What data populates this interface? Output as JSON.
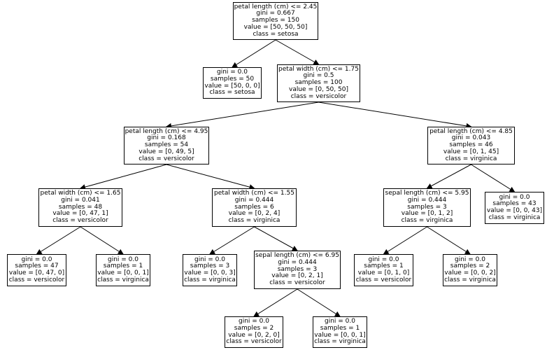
{
  "nodes": {
    "n0": [
      "petal length (cm) <= 2.45",
      "gini = 0.667",
      "samples = 150",
      "value = [50, 50, 50]",
      "class = setosa"
    ],
    "n1": [
      "gini = 0.0",
      "samples = 50",
      "value = [50, 0, 0]",
      "class = setosa"
    ],
    "n2": [
      "petal width (cm) <= 1.75",
      "gini = 0.5",
      "samples = 100",
      "value = [0, 50, 50]",
      "class = versicolor"
    ],
    "n3": [
      "petal length (cm) <= 4.95",
      "gini = 0.168",
      "samples = 54",
      "value = [0, 49, 5]",
      "class = versicolor"
    ],
    "n4": [
      "petal length (cm) <= 4.85",
      "gini = 0.043",
      "samples = 46",
      "value = [0, 1, 45]",
      "class = virginica"
    ],
    "n5": [
      "petal width (cm) <= 1.65",
      "gini = 0.041",
      "samples = 48",
      "value = [0, 47, 1]",
      "class = versicolor"
    ],
    "n6": [
      "petal width (cm) <= 1.55",
      "gini = 0.444",
      "samples = 6",
      "value = [0, 2, 4]",
      "class = virginica"
    ],
    "n7": [
      "sepal length (cm) <= 5.95",
      "gini = 0.444",
      "samples = 3",
      "value = [0, 1, 2]",
      "class = virginica"
    ],
    "n8": [
      "gini = 0.0",
      "samples = 43",
      "value = [0, 0, 43]",
      "class = virginica"
    ],
    "n9": [
      "gini = 0.0",
      "samples = 47",
      "value = [0, 47, 0]",
      "class = versicolor"
    ],
    "n10": [
      "gini = 0.0",
      "samples = 1",
      "value = [0, 0, 1]",
      "class = virginica"
    ],
    "n11": [
      "gini = 0.0",
      "samples = 3",
      "value = [0, 0, 3]",
      "class = virginica"
    ],
    "n12": [
      "sepal length (cm) <= 6.95",
      "gini = 0.444",
      "samples = 3",
      "value = [0, 2, 1]",
      "class = versicolor"
    ],
    "n13": [
      "gini = 0.0",
      "samples = 1",
      "value = [0, 1, 0]",
      "class = versicolor"
    ],
    "n14": [
      "gini = 0.0",
      "samples = 2",
      "value = [0, 0, 2]",
      "class = virginica"
    ],
    "n15": [
      "gini = 0.0",
      "samples = 2",
      "value = [0, 2, 0]",
      "class = versicolor"
    ],
    "n16": [
      "gini = 0.0",
      "samples = 1",
      "value = [0, 0, 1]",
      "class = virginica"
    ]
  },
  "edges": [
    [
      "n0",
      "n1"
    ],
    [
      "n0",
      "n2"
    ],
    [
      "n2",
      "n3"
    ],
    [
      "n2",
      "n4"
    ],
    [
      "n3",
      "n5"
    ],
    [
      "n3",
      "n6"
    ],
    [
      "n4",
      "n7"
    ],
    [
      "n4",
      "n8"
    ],
    [
      "n5",
      "n9"
    ],
    [
      "n5",
      "n10"
    ],
    [
      "n6",
      "n11"
    ],
    [
      "n6",
      "n12"
    ],
    [
      "n7",
      "n13"
    ],
    [
      "n7",
      "n14"
    ],
    [
      "n12",
      "n15"
    ],
    [
      "n12",
      "n16"
    ]
  ],
  "colors": {
    "border": "#000000",
    "background": "#ffffff",
    "text": "#000000"
  }
}
